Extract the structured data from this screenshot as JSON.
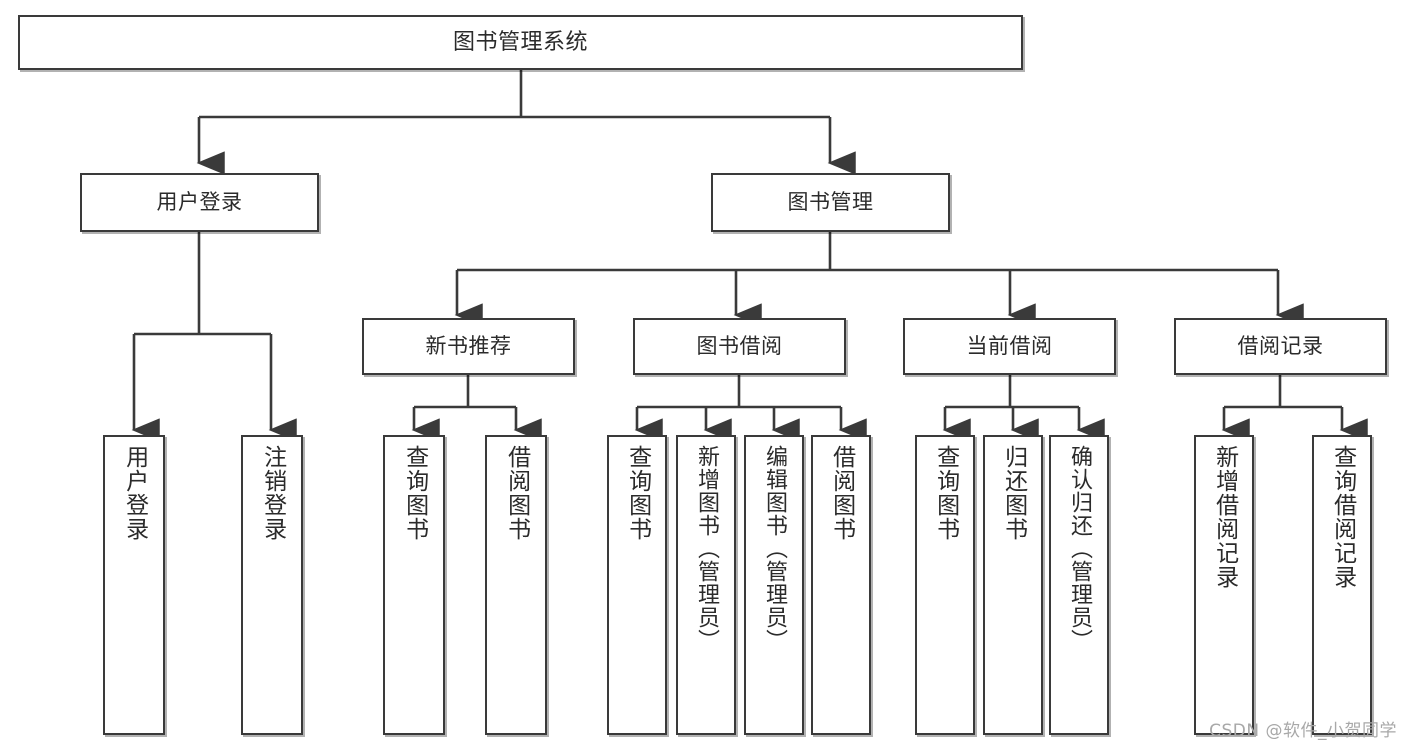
{
  "diagram": {
    "title": "图书管理系统",
    "type": "tree",
    "orientation": "top-down",
    "colors": {
      "node_border": "#3a3a3a",
      "node_fill": "#ffffff",
      "edge": "#3a3a3a",
      "text": "#2b2b2b",
      "watermark": "#a8a8a8",
      "background": "#ffffff"
    }
  },
  "nodes": {
    "root": {
      "label": "图书管理系统"
    },
    "level2": [
      {
        "id": "user-login",
        "label": "用户登录"
      },
      {
        "id": "book-manage",
        "label": "图书管理"
      }
    ],
    "level3": [
      {
        "id": "new-book-recommend",
        "label": "新书推荐"
      },
      {
        "id": "book-borrow",
        "label": "图书借阅"
      },
      {
        "id": "current-borrow",
        "label": "当前借阅"
      },
      {
        "id": "borrow-record",
        "label": "借阅记录"
      }
    ],
    "leaves": {
      "user_login": [
        {
          "id": "leaf-user-login",
          "label": "用户登录"
        },
        {
          "id": "leaf-logout",
          "label": "注销登录"
        }
      ],
      "new_book_recommend": [
        {
          "id": "leaf-query-book-1",
          "label": "查询图书"
        },
        {
          "id": "leaf-borrow-book-1",
          "label": "借阅图书"
        }
      ],
      "book_borrow": [
        {
          "id": "leaf-query-book-2",
          "label": "查询图书"
        },
        {
          "id": "leaf-add-book",
          "label": "新增图书（管理员）"
        },
        {
          "id": "leaf-edit-book",
          "label": "编辑图书（管理员）"
        },
        {
          "id": "leaf-borrow-book-2",
          "label": "借阅图书"
        }
      ],
      "current_borrow": [
        {
          "id": "leaf-query-book-3",
          "label": "查询图书"
        },
        {
          "id": "leaf-return-book",
          "label": "归还图书"
        },
        {
          "id": "leaf-confirm-return",
          "label": "确认归还（管理员）"
        }
      ],
      "borrow_record": [
        {
          "id": "leaf-add-record",
          "label": "新增借阅记录"
        },
        {
          "id": "leaf-query-record",
          "label": "查询借阅记录"
        }
      ]
    }
  },
  "watermark": {
    "text": "CSDN @软件_小贺同学"
  }
}
